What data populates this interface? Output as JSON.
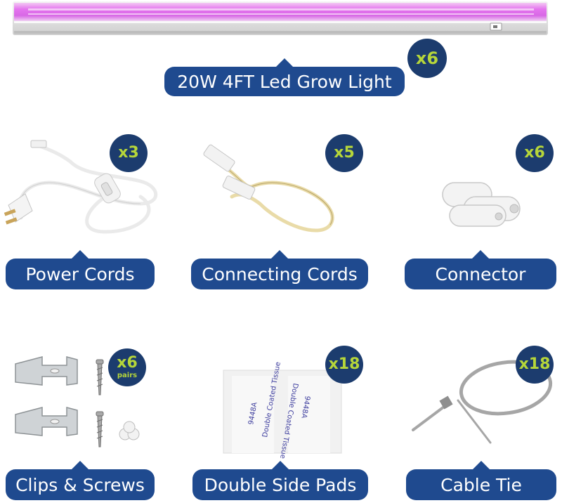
{
  "main_product": {
    "label": "20W 4FT Led Grow Light",
    "qty": "x6"
  },
  "items": [
    {
      "label": "Power Cords",
      "qty": "x3"
    },
    {
      "label": "Connecting Cords",
      "qty": "x5"
    },
    {
      "label": "Connector",
      "qty": "x6"
    },
    {
      "label": "Clips & Screws",
      "qty": "x6",
      "qty_sub": "pairs"
    },
    {
      "label": "Double Side Pads",
      "qty": "x18"
    },
    {
      "label": "Cable Tie",
      "qty": "x18"
    }
  ],
  "pad_print": {
    "code": "9448A",
    "text": "Double Coated Tissue"
  },
  "colors": {
    "label_bg": "#1f4a8f",
    "badge_bg": "#1c3c6e",
    "badge_text": "#b6d63a",
    "led_glow": "#e070e8"
  }
}
